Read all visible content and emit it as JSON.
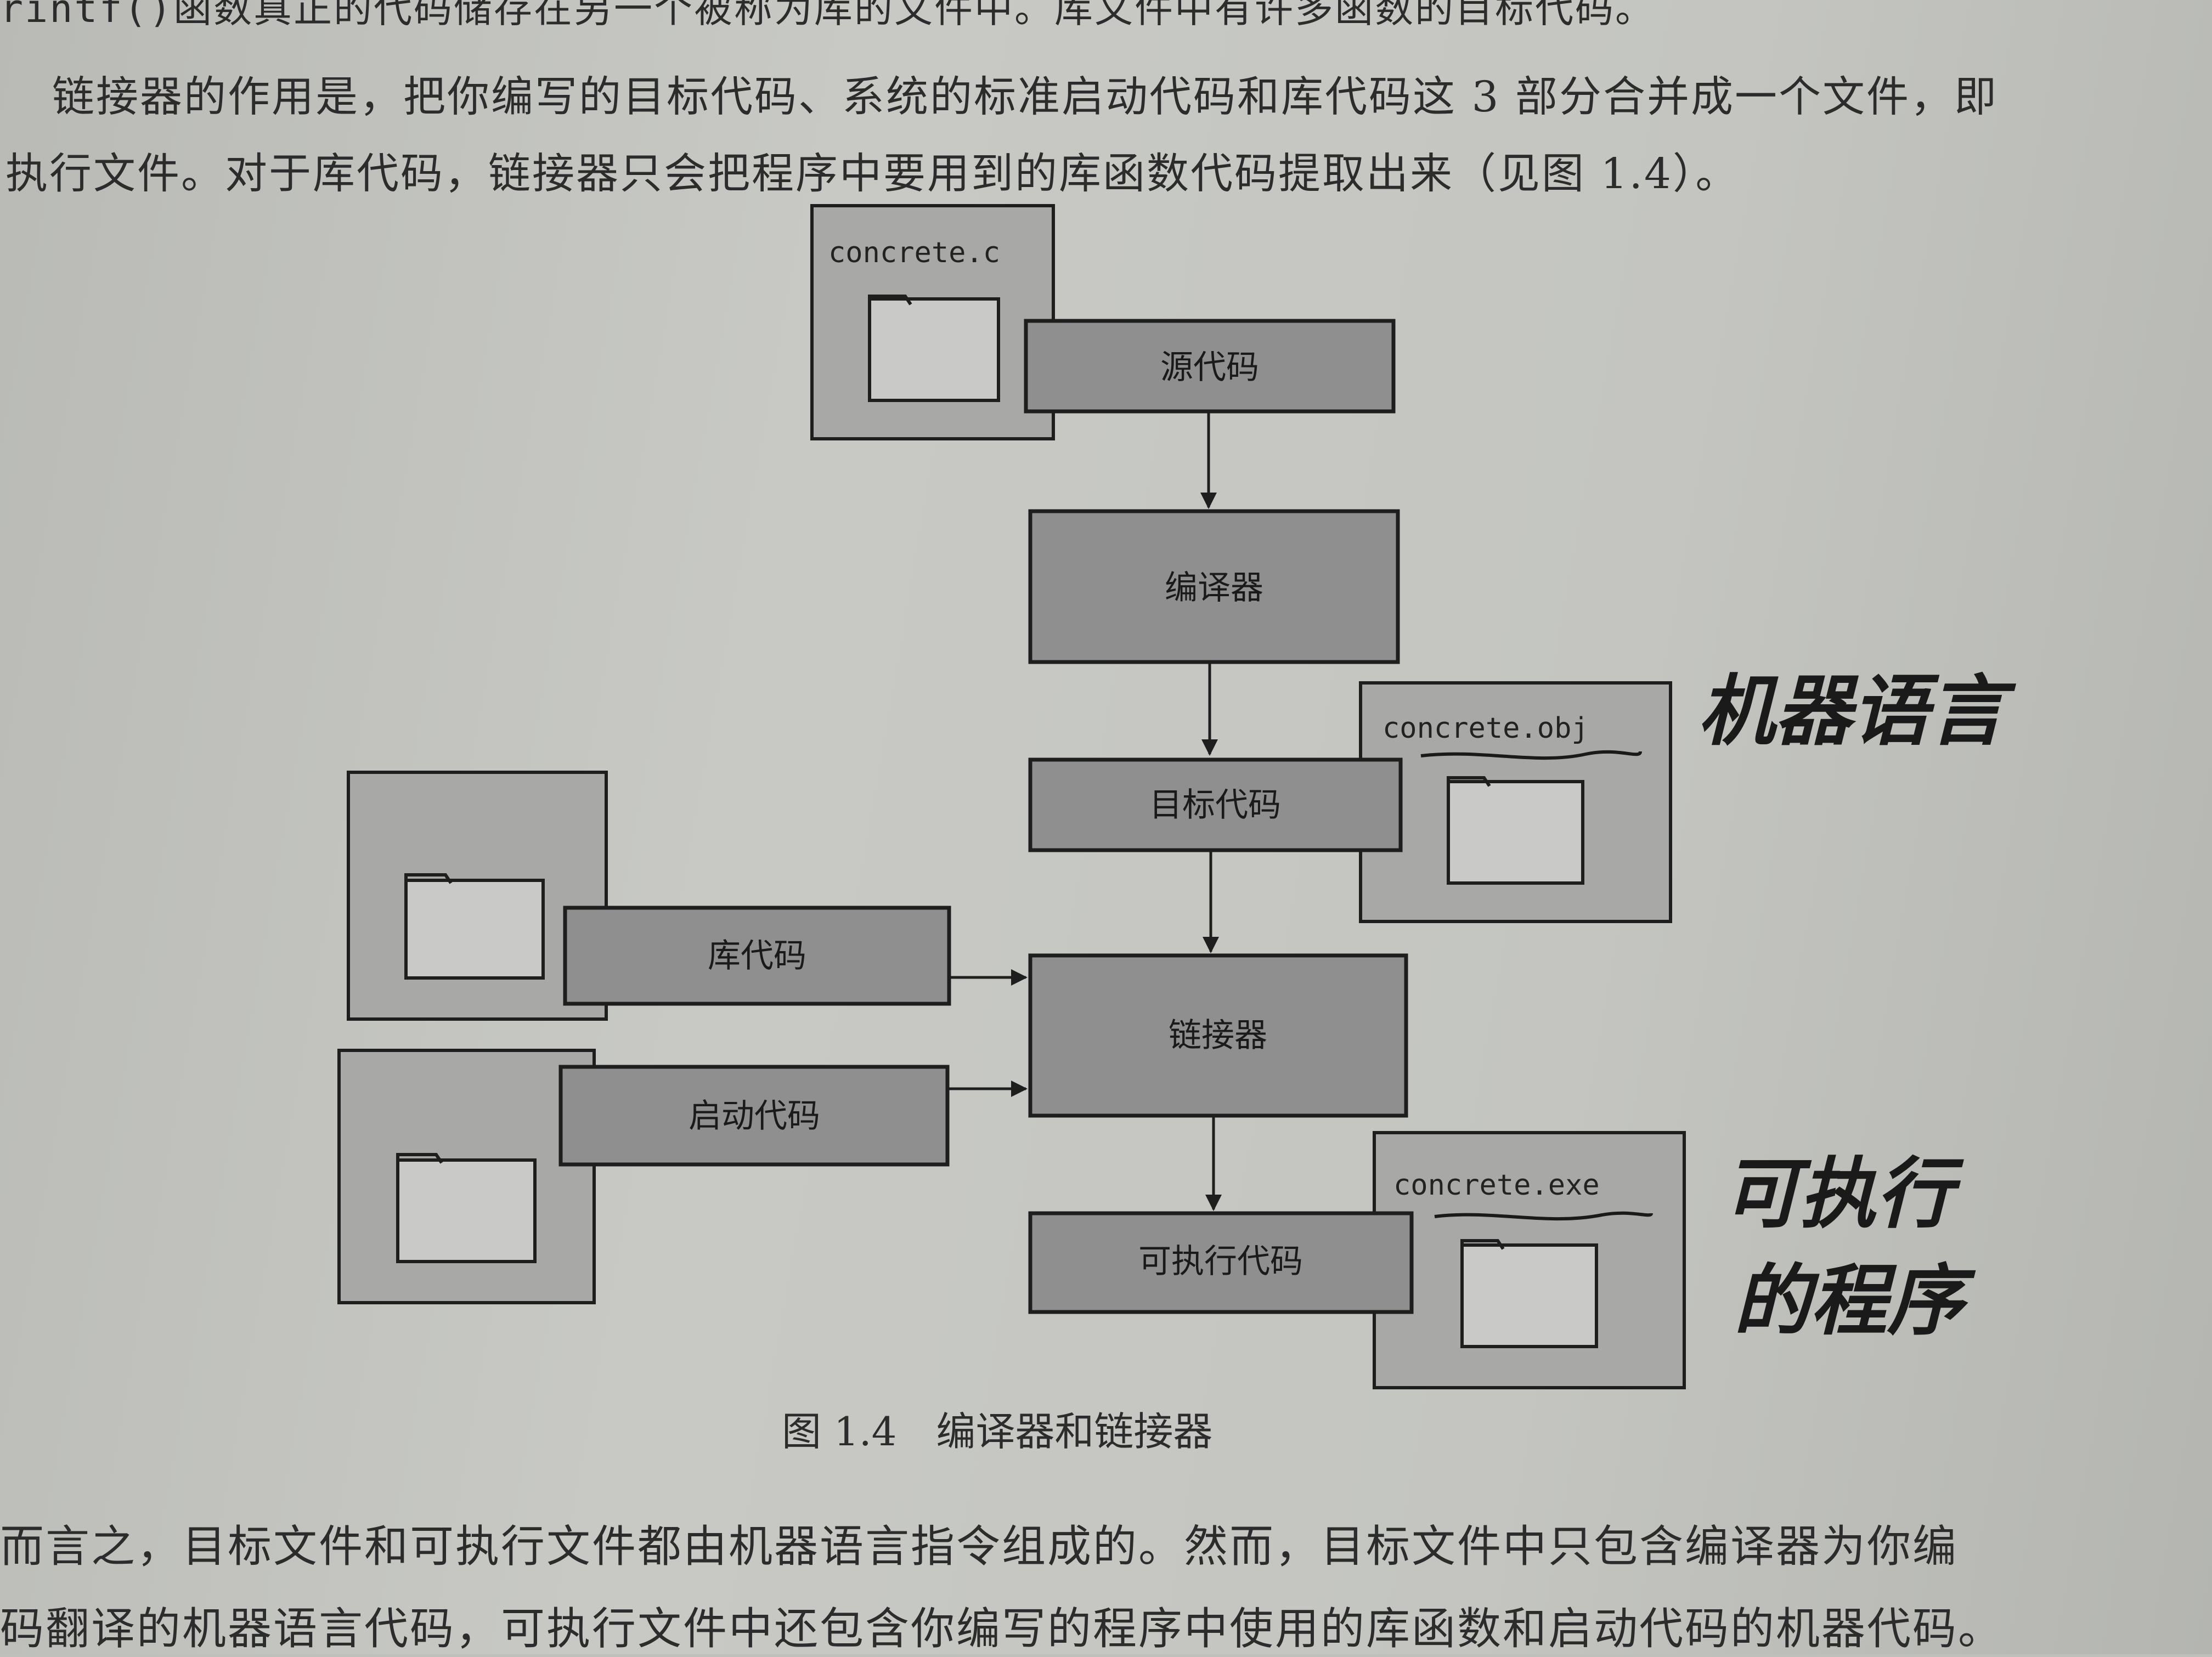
{
  "top_text": {
    "partial_line": "rintf()函数真正的代码储存在另一个被称为库的文件中。库文件中有许多函数的目标代码。",
    "para_line1": "链接器的作用是，把你编写的目标代码、系统的标准启动代码和库代码这 3 部分合并成一个文件，即",
    "para_line2": "执行文件。对于库代码，链接器只会把程序中要用到的库函数代码提取出来（见图 1.4）。"
  },
  "diagram": {
    "source_file": "concrete.c",
    "source_label": "源代码",
    "compiler_label": "编译器",
    "object_label": "目标代码",
    "object_file": "concrete.obj",
    "library_label": "库代码",
    "startup_label": "启动代码",
    "linker_label": "链接器",
    "executable_label": "可执行代码",
    "executable_file": "concrete.exe",
    "caption": "图 1.4　编译器和链接器"
  },
  "handwriting": {
    "note1": "机器语言",
    "note2_line1": "可执行",
    "note2_line2": "的程序"
  },
  "bottom_text": {
    "line1": "而言之，目标文件和可执行文件都由机器语言指令组成的。然而，目标文件中只包含编译器为你编",
    "line2": "码翻译的机器语言代码，可执行文件中还包含你编写的程序中使用的库函数和启动代码的机器代码。"
  },
  "colors": {
    "page": "#c4c5c1",
    "box_fill": "#8f8f8f",
    "file_fill": "#a8a8a6",
    "outline": "#1e1e1e"
  }
}
